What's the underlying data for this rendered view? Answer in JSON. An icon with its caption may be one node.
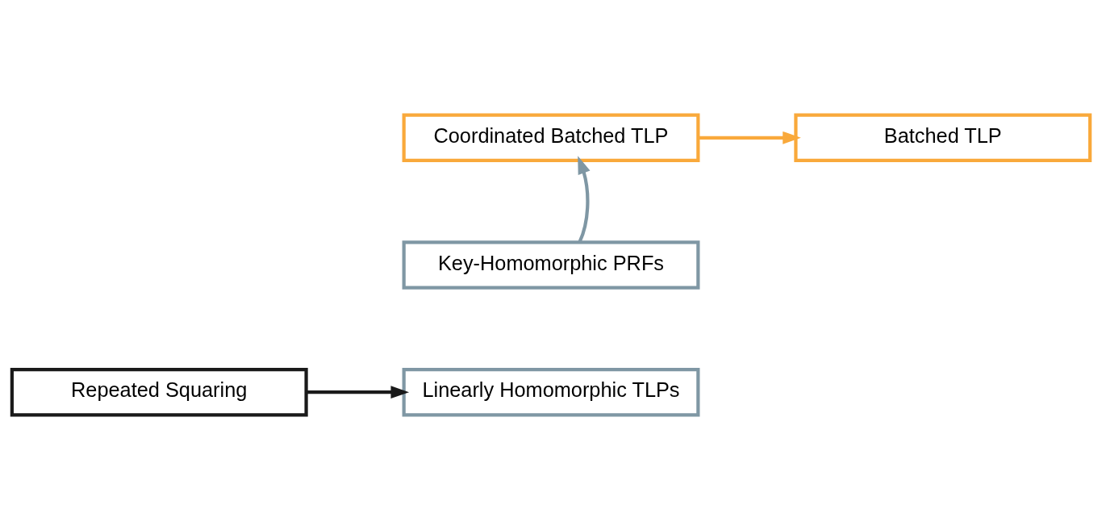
{
  "diagram": {
    "nodes": [
      {
        "text": [
          "Coordinated Batched TLP"
        ]
      },
      {
        "text": [
          "Batched TLP"
        ]
      },
      {
        "text": [
          "Key-Homomorphic PRFs"
        ]
      },
      {
        "text": [
          "Linearly Homomorphic TLPs"
        ]
      },
      {
        "text": [
          "Repeated Squaring"
        ]
      }
    ],
    "edges": [
      {
        "from": 0,
        "to": 1,
        "arrow": "to",
        "color": "#f9a93b"
      },
      {
        "from": 2,
        "to": 0,
        "arrow": "to",
        "color": "#7f97a4"
      },
      {
        "from": 4,
        "to": 3,
        "arrow": "to",
        "color": "#1a1a1a"
      }
    ]
  }
}
